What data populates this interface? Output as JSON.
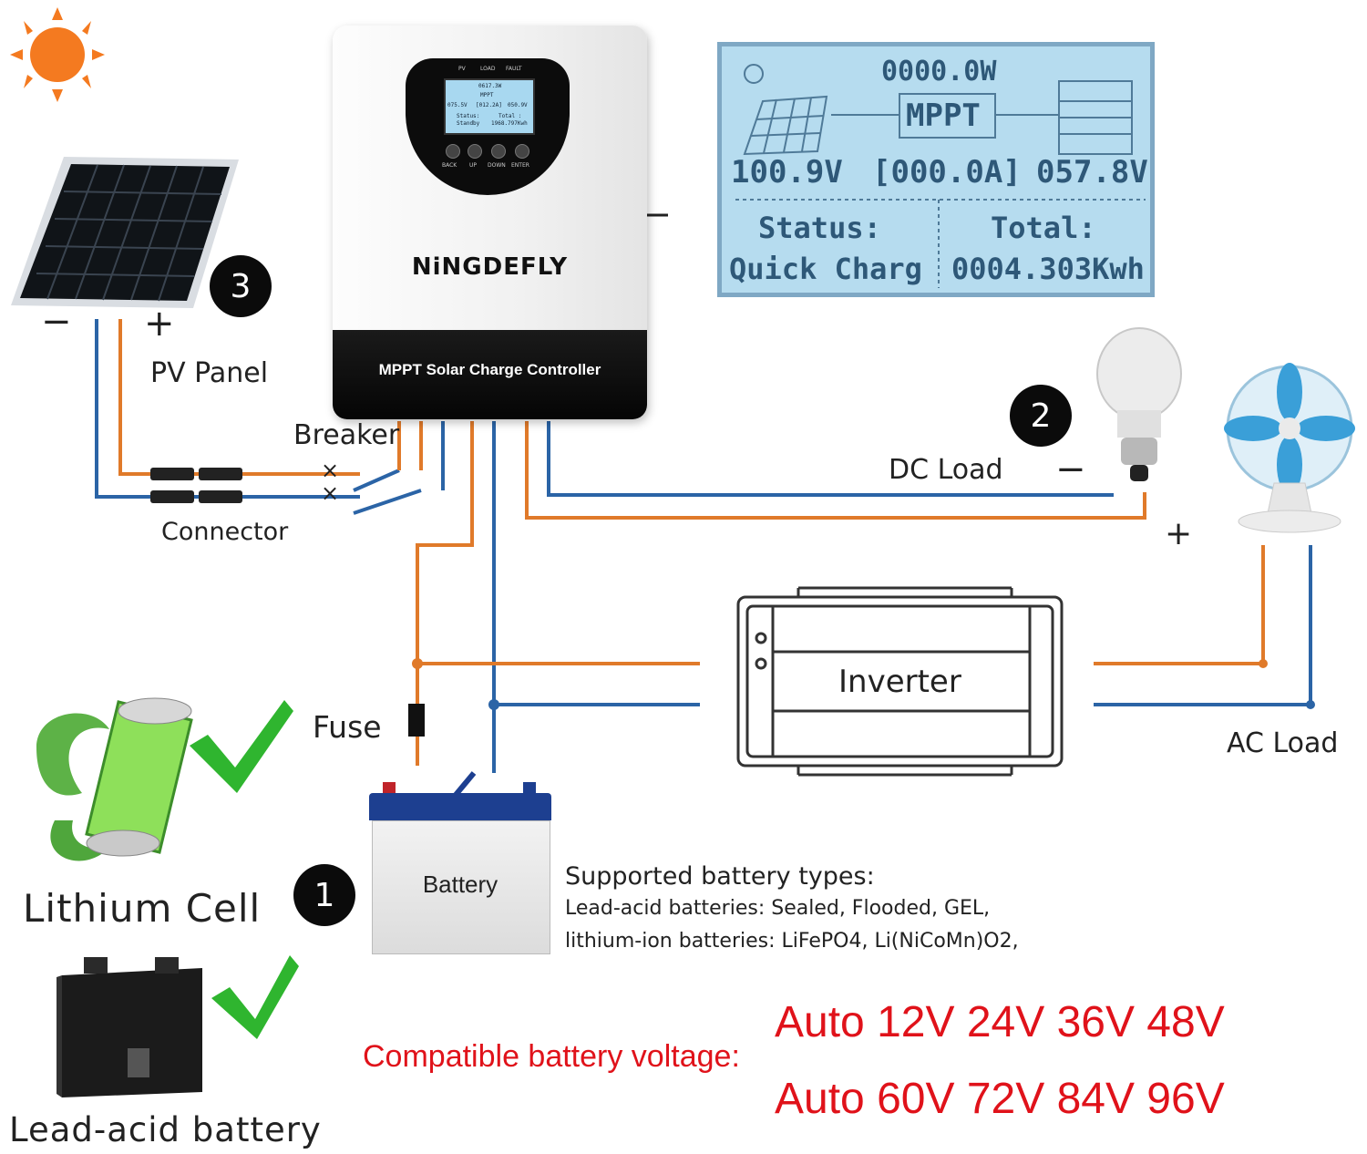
{
  "brand": "NiNGDEFLY",
  "controller": {
    "title": "MPPT Solar Charge Controller",
    "indicators": [
      "PV",
      "LOAD",
      "FAULT"
    ],
    "buttons": [
      "BACK",
      "UP",
      "DOWN",
      "ENTER"
    ],
    "mini_lcd": {
      "power": "0617.3W",
      "mode": "MPPT",
      "pv_voltage": "075.5V",
      "current": "[012.2A]",
      "bat_voltage": "050.9V",
      "status_label": "Status:",
      "status": "Standby",
      "total_label": "Total :",
      "total": "1968.797Kwh"
    }
  },
  "lcd": {
    "power": "0000.0W",
    "mode": "MPPT",
    "pv_voltage": "100.9V",
    "current": "[000.0A]",
    "bat_voltage": "057.8V",
    "status_label": "Status:",
    "status_value": "Quick Charg",
    "total_label": "Total:",
    "total_value": "0004.303Kwh"
  },
  "labels": {
    "pv_panel": "PV Panel",
    "breaker": "Breaker",
    "connector": "Connector",
    "dc_load": "DC Load",
    "inverter": "Inverter",
    "ac_load": "AC Load",
    "fuse": "Fuse",
    "battery": "Battery",
    "lithium": "Lithium Cell",
    "lead_acid": "Lead-acid battery",
    "minus": "−",
    "plus": "+",
    "x": "×"
  },
  "badges": [
    "1",
    "2",
    "3"
  ],
  "supported": {
    "title": "Supported battery types:",
    "line1": "Lead-acid batteries: Sealed, Flooded, GEL,",
    "line2": "lithium-ion batteries: LiFePO4, Li(NiCoMn)O2,"
  },
  "voltage": {
    "label": "Compatible battery voltage:",
    "row1": "Auto 12V 24V 36V 48V",
    "row2": "Auto 60V 72V 84V 96V"
  },
  "colors": {
    "positive_wire": "#e07a2a",
    "negative_wire": "#2b64a6",
    "accent_red": "#e0121a",
    "check_green": "#2fb52f",
    "lcd_bg": "#b6dcef"
  }
}
